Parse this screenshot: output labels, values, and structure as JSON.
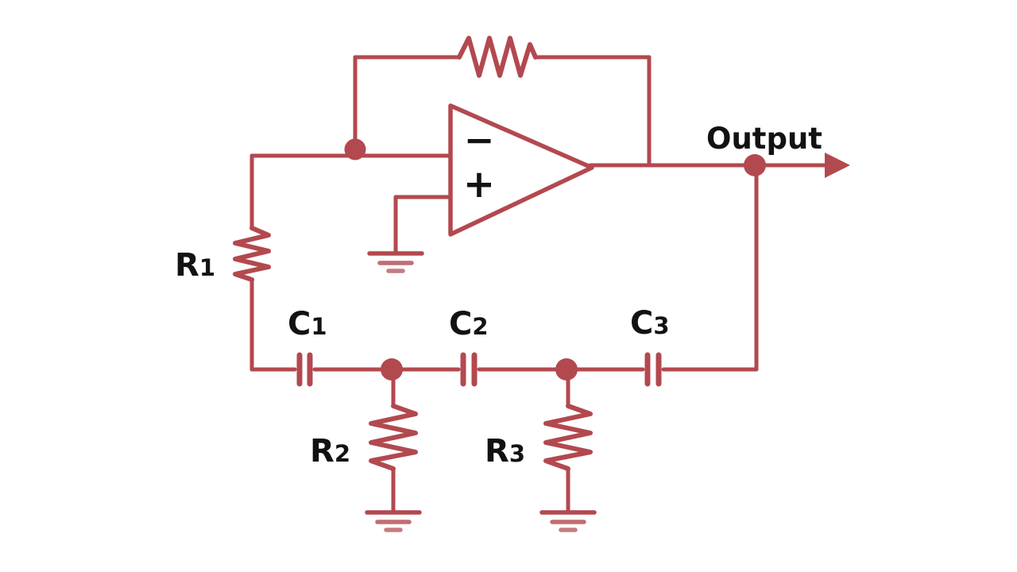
{
  "colors": {
    "wire": "#b2494f",
    "label": "#121212",
    "bg": "#ffffff"
  },
  "opamp": {
    "inverting_symbol": "−",
    "noninverting_symbol": "+"
  },
  "output": {
    "label": "Output"
  },
  "components": {
    "r1": {
      "prefix": "R",
      "sub": "1"
    },
    "r2": {
      "prefix": "R",
      "sub": "2"
    },
    "r3": {
      "prefix": "R",
      "sub": "3"
    },
    "c1": {
      "prefix": "C",
      "sub": "1"
    },
    "c2": {
      "prefix": "C",
      "sub": "2"
    },
    "c3": {
      "prefix": "C",
      "sub": "3"
    }
  },
  "icons": {
    "ground": "three shrinking horizontal bars",
    "junction": "filled circle node",
    "output_arrow": "filled right-pointing triangle"
  }
}
